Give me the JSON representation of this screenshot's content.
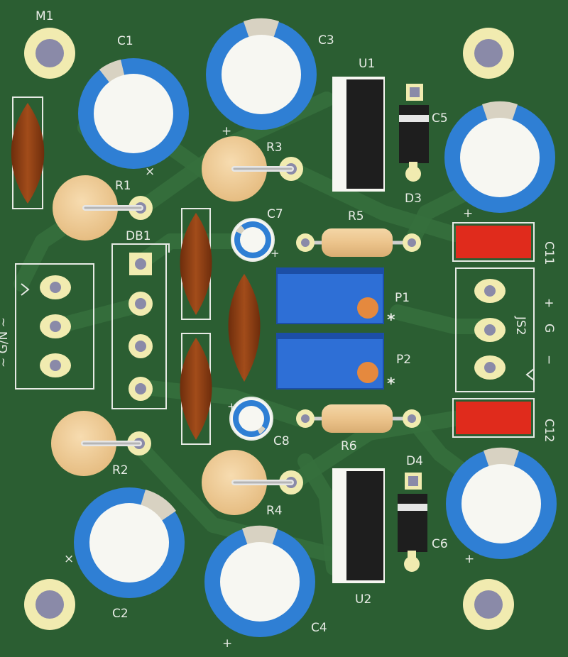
{
  "board": {
    "labels": {
      "m1": "M1",
      "c1": "C1",
      "c2": "C2",
      "c3": "C3",
      "c4": "C4",
      "c5": "C5",
      "c6": "C6",
      "c7": "C7",
      "c8": "C8",
      "c11": "C11",
      "c12": "C12",
      "r1": "R1",
      "r2": "R2",
      "r3": "R3",
      "r4": "R4",
      "r5": "R5",
      "r6": "R6",
      "u1": "U1",
      "u2": "U2",
      "d3": "D3",
      "d4": "D4",
      "db1": "DB1",
      "p1": "P1",
      "p2": "P2",
      "js2": "JS2",
      "left_conn": "~ G/N ~",
      "js2_plus": "+",
      "js2_g": "G",
      "js2_minus": "−",
      "plus": "+",
      "cross": "×",
      "star": "*"
    },
    "colors": {
      "pcb": "#2b5e32",
      "trace": "#36703d",
      "pad": "#f1ebb0",
      "cap_blue": "#2f7fd4",
      "cap_white": "#f7f7f2",
      "cap_stripe": "#d8d2c2",
      "resistor": "#efc995",
      "film_cap": "#8a3e14",
      "regulator": "#1e1e1e",
      "smd_cap": "#e02b1c",
      "trimmer": "#2e6fd6",
      "trimmer_knob": "#e5893e"
    }
  }
}
